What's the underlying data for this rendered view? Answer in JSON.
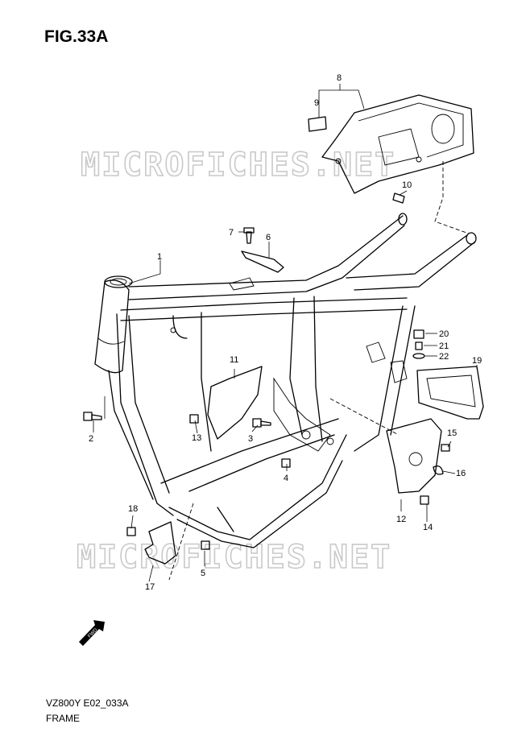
{
  "figure": {
    "title": "FIG.33A",
    "code": "VZ800Y E02_033A",
    "name": "FRAME"
  },
  "watermarks": [
    "MICROFICHES.NET",
    "MICROFICHES.NET"
  ],
  "fwd_label": "FWD",
  "callouts": [
    "1",
    "2",
    "3",
    "4",
    "5",
    "6",
    "7",
    "8",
    "9",
    "10",
    "11",
    "12",
    "13",
    "14",
    "15",
    "16",
    "17",
    "18",
    "19",
    "20",
    "21",
    "22"
  ],
  "colors": {
    "line": "#000000",
    "watermark": "#c9c9c9",
    "background": "#ffffff"
  }
}
